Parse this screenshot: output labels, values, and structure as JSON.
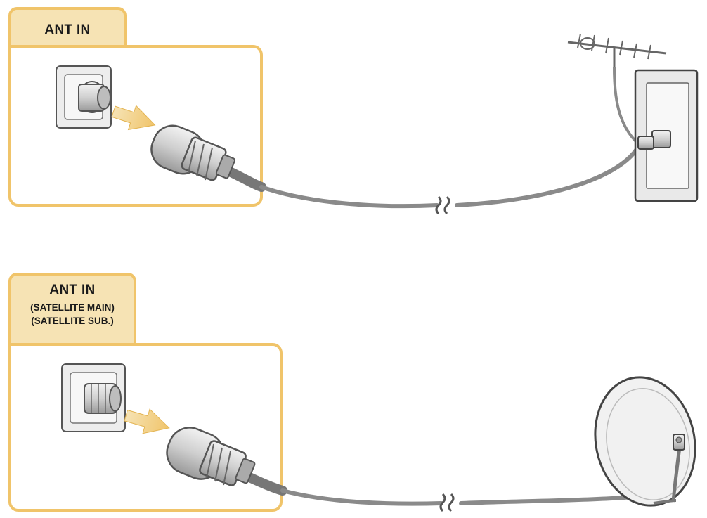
{
  "panel_top": {
    "label": "ANT IN"
  },
  "panel_bottom": {
    "label": "ANT IN",
    "sublabel_main": "(SATELLITE MAIN)",
    "sublabel_sub": "(SATELLITE SUB.)"
  },
  "colors": {
    "tab_fill": "#f6e3b4",
    "border": "#f0c46a",
    "cable": "#8a8a8a",
    "line": "#555555"
  },
  "icons": {
    "top_destination": "antenna-wall-outlet-icon",
    "bottom_destination": "satellite-dish-icon"
  }
}
